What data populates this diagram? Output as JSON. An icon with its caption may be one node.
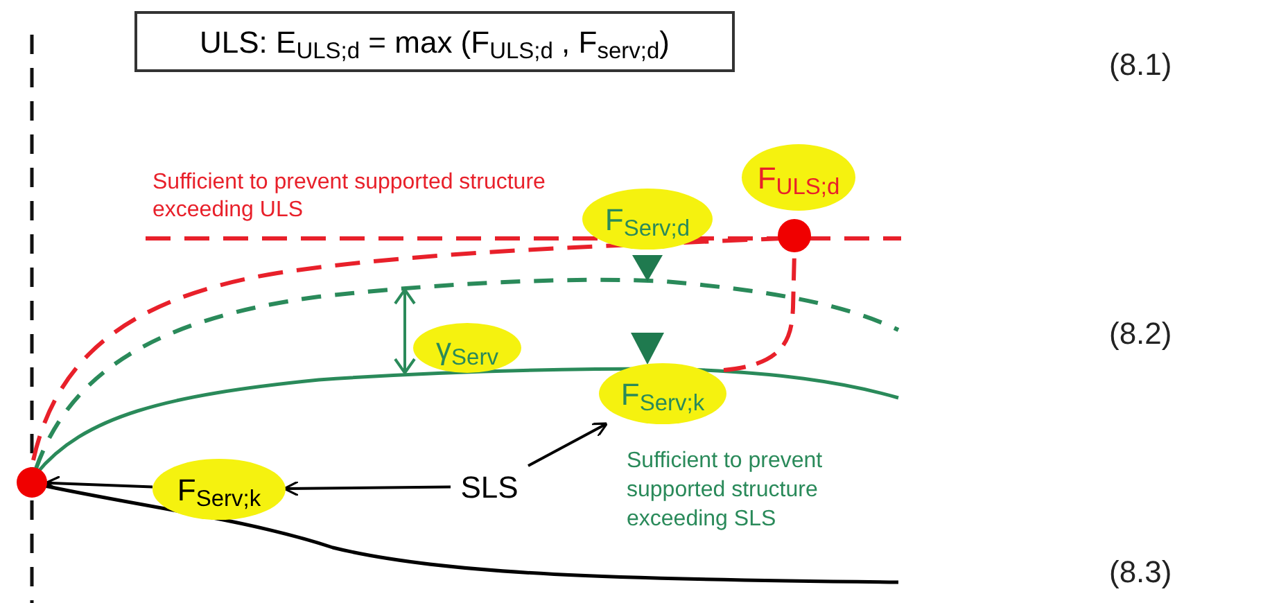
{
  "diagram": {
    "nodes": [
      {
        "text": [
          "ULS: E$_{ULS;d}$ = max (F$_{ULS;d}$ , F$_{serv;d}$)"
        ]
      },
      {
        "text": [
          "F$_{ULS;d}$"
        ]
      },
      {
        "text": [
          "F$_{Serv;d}$"
        ]
      },
      {
        "text": [
          "γ$_{Serv}$"
        ]
      },
      {
        "text": [
          "F$_{Serv;k}$"
        ]
      },
      {
        "text": [
          "F$_{Serv;k}$"
        ]
      },
      {
        "text": [
          "SLS"
        ]
      },
      {
        "text": [],
        "shape": "circle"
      },
      {
        "text": [],
        "shape": "circle"
      }
    ],
    "edges": [
      {
        "from": 6,
        "to": 5,
        "arrow": "to"
      },
      {
        "from": 5,
        "to": 7,
        "arrow": "to"
      },
      {
        "from": 6,
        "to": 4,
        "arrow": "to"
      },
      {
        "from": 4,
        "to": 8,
        "arrow": "none",
        "style": "dashed",
        "color": "#e8202a"
      }
    ],
    "labels": [
      "(8.1)",
      "Sufficient to prevent supported structure exceeding ULS",
      "(8.2)",
      "Sufficient to prevent supported structure exceeding SLS",
      "(8.3)"
    ]
  }
}
